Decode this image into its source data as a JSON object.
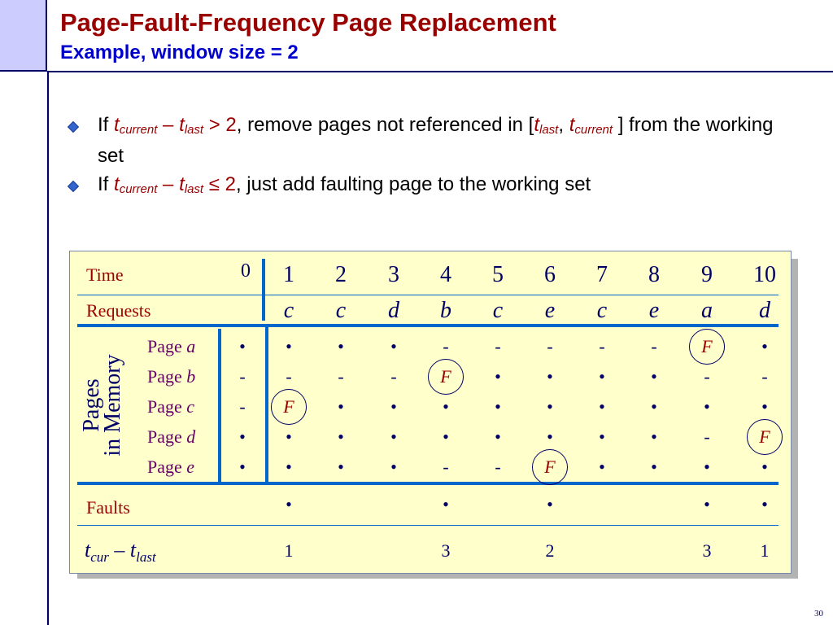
{
  "slide": {
    "title": "Page-Fault-Frequency Page Replacement",
    "subtitle": "Example, window size = 2",
    "page_number": "30"
  },
  "bullets": [
    {
      "if": "If ",
      "t": "t",
      "current": "current",
      "minus": " – ",
      "last": "last",
      "cond": " > 2",
      "rest1": ", remove pages not referenced in [",
      "comma": ", ",
      "rest2": " ] from the working set"
    },
    {
      "if": "If ",
      "t": "t",
      "current": "current",
      "minus": " – ",
      "last": "last",
      "cond": " ≤ 2",
      "rest1": ", just add faulting page to the working set"
    }
  ],
  "table": {
    "time_label": "Time",
    "requests_label": "Requests",
    "pages_label_line1": "Pages",
    "pages_label_line2": "in Memory",
    "faults_label": "Faults",
    "diff_t": "t",
    "diff_cur": "cur",
    "diff_minus": " – ",
    "diff_last": "last",
    "time_zero": "0",
    "times": [
      "1",
      "2",
      "3",
      "4",
      "5",
      "6",
      "7",
      "8",
      "9",
      "10"
    ],
    "requests": [
      "c",
      "c",
      "d",
      "b",
      "c",
      "e",
      "c",
      "e",
      "a",
      "d"
    ],
    "page_word": "Page ",
    "pages": [
      {
        "name": "a",
        "initial": "•",
        "cells": [
          "•",
          "•",
          "•",
          "-",
          "-",
          "-",
          "-",
          "-",
          "F",
          "•"
        ]
      },
      {
        "name": "b",
        "initial": "-",
        "cells": [
          "-",
          "-",
          "-",
          "F",
          "•",
          "•",
          "•",
          "•",
          "-",
          "-"
        ]
      },
      {
        "name": "c",
        "initial": "-",
        "cells": [
          "F",
          "•",
          "•",
          "•",
          "•",
          "•",
          "•",
          "•",
          "•",
          "•"
        ]
      },
      {
        "name": "d",
        "initial": "•",
        "cells": [
          "•",
          "•",
          "•",
          "•",
          "•",
          "•",
          "•",
          "•",
          "-",
          "F"
        ]
      },
      {
        "name": "e",
        "initial": "•",
        "cells": [
          "•",
          "•",
          "•",
          "-",
          "-",
          "F",
          "•",
          "•",
          "•",
          "•"
        ]
      }
    ],
    "faults": [
      "•",
      "",
      "",
      "•",
      "",
      "•",
      "",
      "",
      "•",
      "•"
    ],
    "diffs": [
      "1",
      "",
      "",
      "3",
      "",
      "2",
      "",
      "",
      "3",
      "1"
    ]
  }
}
